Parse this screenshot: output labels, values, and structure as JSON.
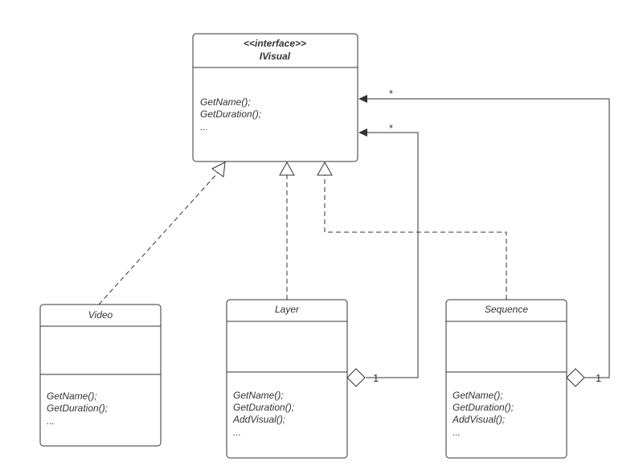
{
  "ivisual": {
    "stereotype": "<<interface>>",
    "name": "IVisual",
    "methods": [
      "GetName();",
      "GetDuration();",
      "..."
    ]
  },
  "video": {
    "name": "Video",
    "methods": [
      "GetName();",
      "GetDuration();",
      "..."
    ]
  },
  "layer": {
    "name": "Layer",
    "methods": [
      "GetName();",
      "GetDuration();",
      "AddVisual();",
      "..."
    ]
  },
  "sequence": {
    "name": "Sequence",
    "methods": [
      "GetName();",
      "GetDuration();",
      "AddVisual();",
      "..."
    ]
  },
  "multiplicity": {
    "layer_many": "*",
    "layer_one": "1",
    "sequence_many": "*",
    "sequence_one": "1"
  }
}
